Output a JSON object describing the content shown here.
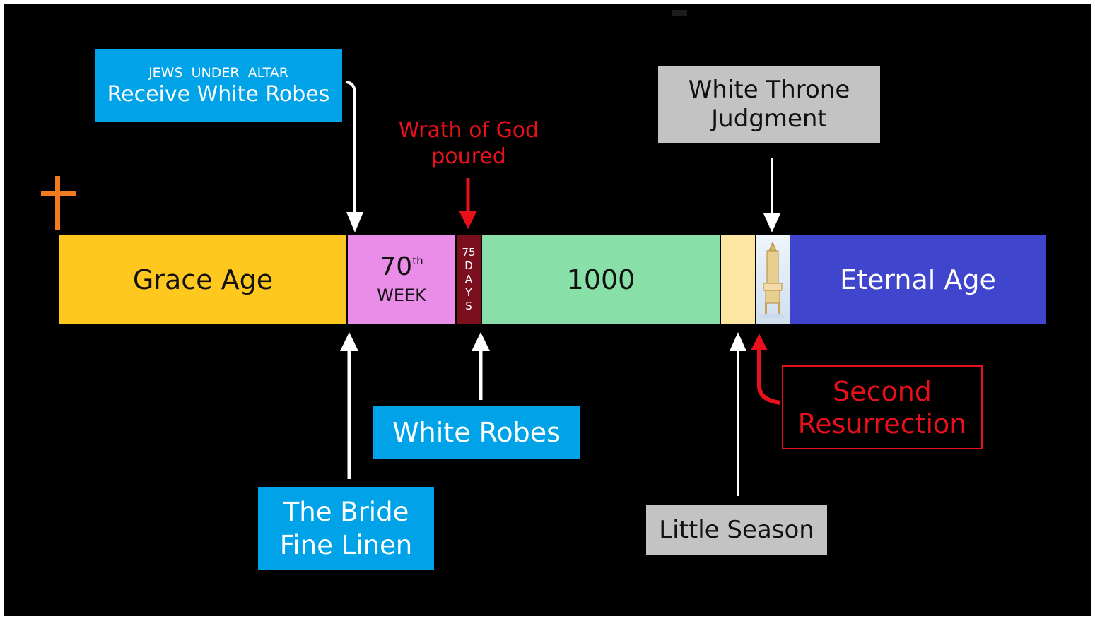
{
  "colors": {
    "background": "#000000",
    "grace": "#ffc81e",
    "week": "#e98de9",
    "days": "#7a0f1e",
    "millennium": "#88e0a8",
    "little_season": "#fde5a2",
    "throne_segment": "#dde9f4",
    "eternal": "#3f45cc",
    "blue_label": "#00a2e8",
    "gray_label": "#c3c3c3",
    "red": "#e8101a",
    "cross": "#f47a20"
  },
  "icons": {
    "cross": "cross-icon",
    "throne": "throne-icon"
  },
  "timeline": {
    "grace_age": "Grace Age",
    "week_number": "70",
    "week_sup": "th",
    "week_label": "WEEK",
    "days_letters": [
      "75",
      "D",
      "A",
      "Y",
      "S"
    ],
    "millennium": "1000",
    "eternal_age": "Eternal Age"
  },
  "labels": {
    "altar_line1": "JEWS  UNDER  ALTAR",
    "altar_line2": "Receive White Robes",
    "wrath_line1": "Wrath of God",
    "wrath_line2": "poured",
    "throne_line1": "White Throne",
    "throne_line2": "Judgment",
    "white_robes": "White Robes",
    "bride_line1": "The Bride",
    "bride_line2": "Fine Linen",
    "little_season": "Little Season",
    "second_line1": "Second",
    "second_line2": "Resurrection"
  }
}
